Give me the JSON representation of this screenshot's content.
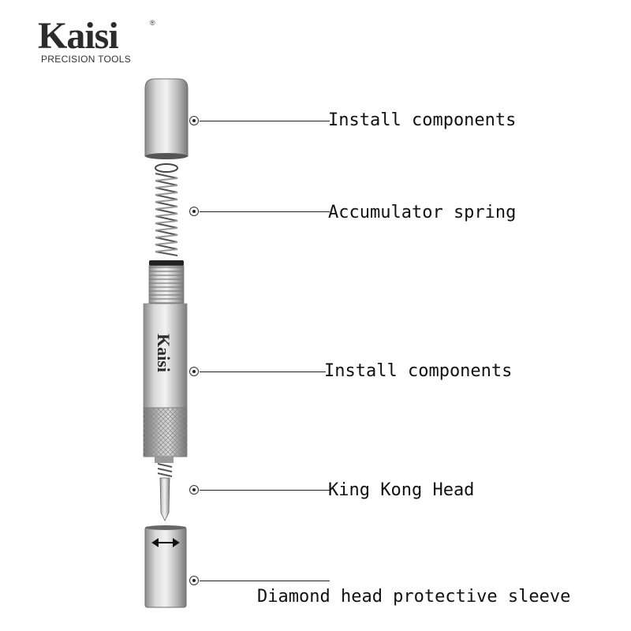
{
  "brand": {
    "name": "Kaisi",
    "registered": "®",
    "tagline": "PRECISION TOOLS",
    "tool_engraving": "Kaisi"
  },
  "callouts": [
    {
      "label": "Install components"
    },
    {
      "label": "Accumulator spring"
    },
    {
      "label": "Install components"
    },
    {
      "label": "King Kong Head"
    },
    {
      "label": "Diamond head protective sleeve"
    }
  ],
  "colors": {
    "metal_light": "#e4e4e4",
    "metal_mid": "#b5b5b5",
    "metal_dark": "#7a7a7a",
    "text": "#111111"
  }
}
